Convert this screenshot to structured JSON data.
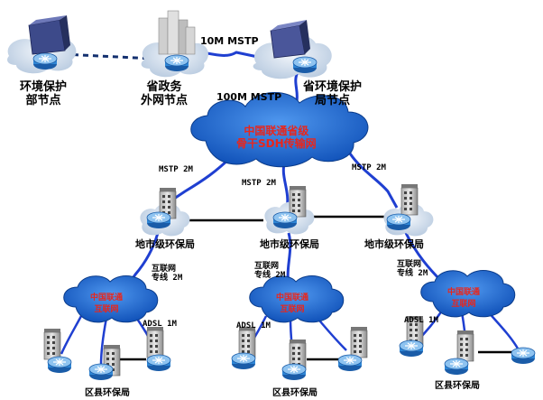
{
  "nodes": {
    "env_ministry": "环境保护\n部节点",
    "gov_extranet": "省政务\n外网节点",
    "provincial_env": "省环境保护\n局节点",
    "city_left": "地市级环保局",
    "city_mid": "地市级环保局",
    "city_right": "地市级环保局",
    "county_left": "区县环保局",
    "county_mid": "区县环保局",
    "county_right": "区县环保局"
  },
  "clouds": {
    "backbone": "中国联通省级\n骨干SDH传输网",
    "unicom_left": "中国联通\n互联网",
    "unicom_mid": "中国联通\n互联网",
    "unicom_right": "中国联通\n互联网"
  },
  "links": {
    "mstp_10m": "10M MSTP",
    "mstp_100m": "100M MSTP",
    "mstp_left": "MSTP 2M",
    "mstp_mid": "MSTP 2M",
    "mstp_right": "MSTP 2M",
    "internet_left": "互联网\n专线 2M",
    "internet_mid": "互联网\n专线 2M",
    "internet_right": "互联网\n专线 2M",
    "adsl_left": "ADSL 1M",
    "adsl_mid": "ADSL 1M",
    "adsl_right": "ADSL 1M"
  },
  "colors": {
    "cloud": "#1d63c9",
    "cloud_text": "#e8261c",
    "link": "#1f3fd1",
    "router": "#2f87d6"
  }
}
